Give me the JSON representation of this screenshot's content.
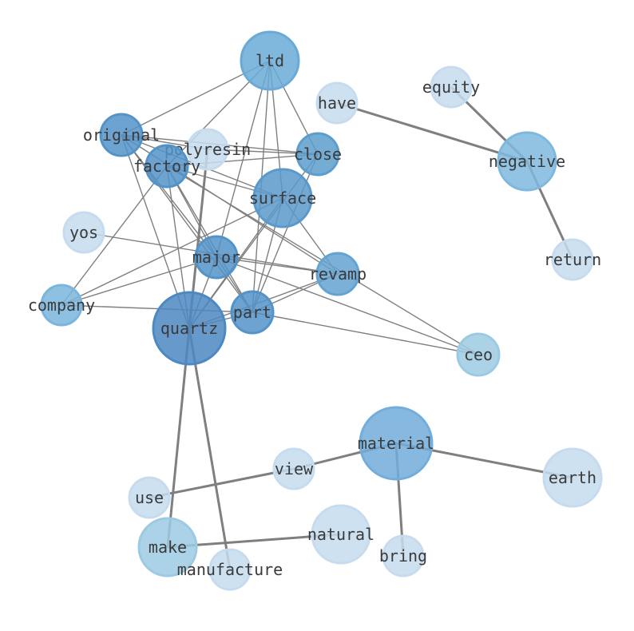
{
  "nodes": [
    {
      "id": "ltd",
      "label": "ltd",
      "color": "#6aaad6"
    },
    {
      "id": "have",
      "label": "have",
      "color": "#c6dcee"
    },
    {
      "id": "equity",
      "label": "equity",
      "color": "#c6dcee"
    },
    {
      "id": "original",
      "label": "original",
      "color": "#5393c8"
    },
    {
      "id": "polyresin",
      "label": "polyresin",
      "color": "#c6dcee"
    },
    {
      "id": "close",
      "label": "close",
      "color": "#5c9dcc"
    },
    {
      "id": "negative",
      "label": "negative",
      "color": "#7fb8dd"
    },
    {
      "id": "factory",
      "label": "factory",
      "color": "#5393c8"
    },
    {
      "id": "surface",
      "label": "surface",
      "color": "#5a99cb"
    },
    {
      "id": "yos",
      "label": "yos",
      "color": "#c6dcee"
    },
    {
      "id": "major",
      "label": "major",
      "color": "#5393c8"
    },
    {
      "id": "return",
      "label": "return",
      "color": "#c6dcee"
    },
    {
      "id": "revamp",
      "label": "revamp",
      "color": "#64a3d1"
    },
    {
      "id": "company",
      "label": "company",
      "color": "#7ab5dc"
    },
    {
      "id": "part",
      "label": "part",
      "color": "#5393c8"
    },
    {
      "id": "quartz",
      "label": "quartz",
      "color": "#4c88c2"
    },
    {
      "id": "ceo",
      "label": "ceo",
      "color": "#9ccae3"
    },
    {
      "id": "material",
      "label": "material",
      "color": "#72addb"
    },
    {
      "id": "view",
      "label": "view",
      "color": "#c6dcee"
    },
    {
      "id": "earth",
      "label": "earth",
      "color": "#c6dcee"
    },
    {
      "id": "use",
      "label": "use",
      "color": "#c6dcee"
    },
    {
      "id": "natural",
      "label": "natural",
      "color": "#c6dcee"
    },
    {
      "id": "make",
      "label": "make",
      "color": "#9ccae3"
    },
    {
      "id": "bring",
      "label": "bring",
      "color": "#c6dcee"
    },
    {
      "id": "manufacture",
      "label": "manufacture",
      "color": "#c6dcee"
    }
  ],
  "edges": [
    {
      "source": "ltd",
      "target": "original",
      "weight": 1
    },
    {
      "source": "ltd",
      "target": "close",
      "weight": 1
    },
    {
      "source": "ltd",
      "target": "surface",
      "weight": 1
    },
    {
      "source": "ltd",
      "target": "major",
      "weight": 1
    },
    {
      "source": "ltd",
      "target": "factory",
      "weight": 1
    },
    {
      "source": "ltd",
      "target": "part",
      "weight": 1
    },
    {
      "source": "original",
      "target": "polyresin",
      "weight": 1
    },
    {
      "source": "original",
      "target": "close",
      "weight": 1
    },
    {
      "source": "original",
      "target": "surface",
      "weight": 1
    },
    {
      "source": "original",
      "target": "major",
      "weight": 1
    },
    {
      "source": "original",
      "target": "part",
      "weight": 1
    },
    {
      "source": "original",
      "target": "quartz",
      "weight": 1
    },
    {
      "source": "original",
      "target": "revamp",
      "weight": 1
    },
    {
      "source": "polyresin",
      "target": "close",
      "weight": 1
    },
    {
      "source": "polyresin",
      "target": "quartz",
      "weight": 2
    },
    {
      "source": "factory",
      "target": "close",
      "weight": 1
    },
    {
      "source": "factory",
      "target": "surface",
      "weight": 1
    },
    {
      "source": "factory",
      "target": "major",
      "weight": 1
    },
    {
      "source": "factory",
      "target": "part",
      "weight": 1
    },
    {
      "source": "factory",
      "target": "quartz",
      "weight": 1
    },
    {
      "source": "factory",
      "target": "company",
      "weight": 1
    },
    {
      "source": "factory",
      "target": "ceo",
      "weight": 1
    },
    {
      "source": "close",
      "target": "quartz",
      "weight": 1
    },
    {
      "source": "close",
      "target": "part",
      "weight": 1
    },
    {
      "source": "surface",
      "target": "quartz",
      "weight": 1
    },
    {
      "source": "surface",
      "target": "part",
      "weight": 1
    },
    {
      "source": "surface",
      "target": "revamp",
      "weight": 1
    },
    {
      "source": "surface",
      "target": "company",
      "weight": 1
    },
    {
      "source": "yos",
      "target": "revamp",
      "weight": 1
    },
    {
      "source": "major",
      "target": "quartz",
      "weight": 1
    },
    {
      "source": "major",
      "target": "revamp",
      "weight": 1
    },
    {
      "source": "major",
      "target": "part",
      "weight": 1
    },
    {
      "source": "major",
      "target": "company",
      "weight": 1
    },
    {
      "source": "major",
      "target": "ceo",
      "weight": 1
    },
    {
      "source": "revamp",
      "target": "quartz",
      "weight": 1
    },
    {
      "source": "revamp",
      "target": "part",
      "weight": 1
    },
    {
      "source": "company",
      "target": "part",
      "weight": 1
    },
    {
      "source": "part",
      "target": "quartz",
      "weight": 1
    },
    {
      "source": "part",
      "target": "ceo",
      "weight": 1
    },
    {
      "source": "have",
      "target": "negative",
      "weight": 2
    },
    {
      "source": "equity",
      "target": "negative",
      "weight": 2
    },
    {
      "source": "negative",
      "target": "return",
      "weight": 2
    },
    {
      "source": "quartz",
      "target": "make",
      "weight": 2
    },
    {
      "source": "quartz",
      "target": "manufacture",
      "weight": 2
    },
    {
      "source": "material",
      "target": "view",
      "weight": 2
    },
    {
      "source": "material",
      "target": "earth",
      "weight": 2
    },
    {
      "source": "material",
      "target": "bring",
      "weight": 2
    },
    {
      "source": "view",
      "target": "use",
      "weight": 2
    },
    {
      "source": "make",
      "target": "natural",
      "weight": 2
    }
  ]
}
